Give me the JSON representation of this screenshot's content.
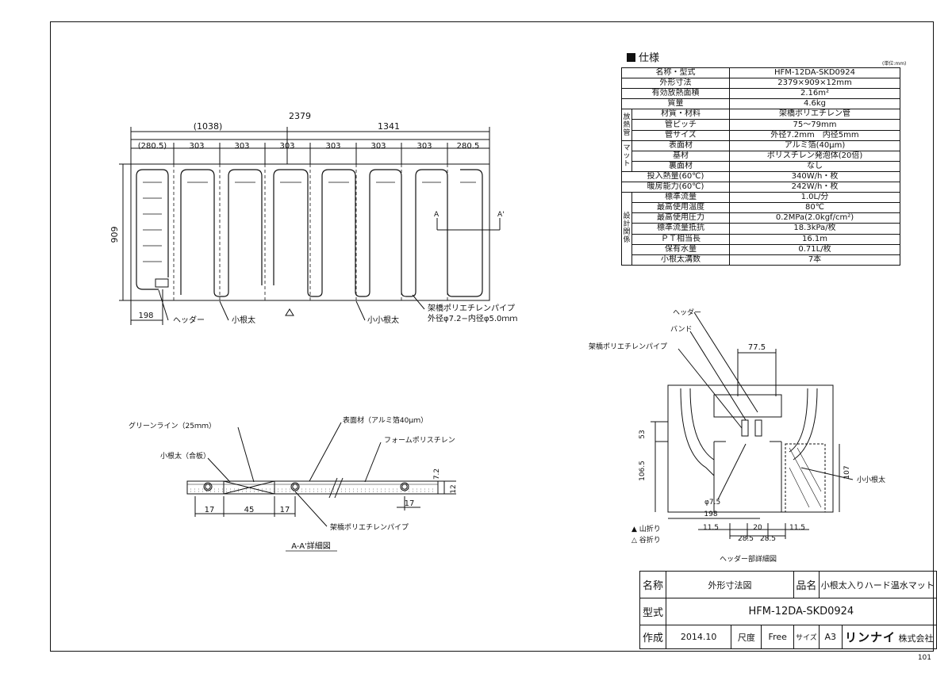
{
  "spec": {
    "heading": "仕様",
    "unit": "(単位:mm)",
    "rows": [
      {
        "group": "",
        "label": "名称・型式",
        "value": "HFM-12DA-SKD0924"
      },
      {
        "group": "",
        "label": "外形寸法",
        "value": "2379×909×12mm"
      },
      {
        "group": "",
        "label": "有効放熱面積",
        "value": "2.16m²"
      },
      {
        "group": "",
        "label": "質量",
        "value": "4.6kg"
      },
      {
        "group": "放熱管",
        "label": "材質・材料",
        "value": "架橋ポリエチレン管"
      },
      {
        "group": "",
        "label": "管ピッチ",
        "value": "75～79mm"
      },
      {
        "group": "",
        "label": "管サイズ",
        "value": "外径7.2mm　内径5mm"
      },
      {
        "group": "マット",
        "label": "表面材",
        "value": "アルミ箔(40μm)"
      },
      {
        "group": "",
        "label": "基材",
        "value": "ポリスチレン発泡体(20倍)"
      },
      {
        "group": "",
        "label": "裏面材",
        "value": "なし"
      },
      {
        "group": "",
        "label": "投入熱量(60℃)",
        "value": "340W/h・枚"
      },
      {
        "group": "",
        "label": "暖房能力(60℃)",
        "value": "242W/h・枚"
      },
      {
        "group": "設計関係",
        "label": "標準流量",
        "value": "1.0L/分"
      },
      {
        "group": "",
        "label": "最高使用温度",
        "value": "80℃"
      },
      {
        "group": "",
        "label": "最高使用圧力",
        "value": "0.2MPa(2.0kgf/cm²)"
      },
      {
        "group": "",
        "label": "標準流量抵抗",
        "value": "18.3kPa/枚"
      },
      {
        "group": "",
        "label": "ＰＴ相当長",
        "value": "16.1m"
      },
      {
        "group": "",
        "label": "保有水量",
        "value": "0.71L/枚"
      },
      {
        "group": "",
        "label": "小根太溝数",
        "value": "7本"
      }
    ]
  },
  "plan": {
    "dim_total": "2379",
    "dim_left_group": "(1038)",
    "dim_right_group": "1341",
    "dim_segments": [
      "(280.5)",
      "303",
      "303",
      "303",
      "303",
      "303",
      "303",
      "280.5"
    ],
    "dim_height": "909",
    "dim_header_offset": "198",
    "label_header": "ヘッダー",
    "label_small_joist": "小根太",
    "label_mini_joist": "小小根太",
    "label_pipe": "架橋ポリエチレンパイプ",
    "label_pipe_size": "外径φ7.2−内径φ5.0ｍｍ",
    "section_a": "A",
    "section_a2": "A'"
  },
  "section": {
    "label_green_line": "グリーンライン（25ｍｍ）",
    "label_small_joist_plywood": "小根太（合板）",
    "label_surface": "表面材（アルミ箔40μｍ）",
    "label_foam": "フォームポリスチレン",
    "label_pipe": "架橋ポリエチレンパイプ",
    "dim_17a": "17",
    "dim_45": "45",
    "dim_17b": "17",
    "dim_17c": "17",
    "dim_72": "7.2",
    "dim_12": "12",
    "caption": "A-A'詳細図"
  },
  "header_detail": {
    "label_header": "ヘッダー",
    "label_band": "バンド",
    "label_pipe": "架橋ポリエチレンパイプ",
    "label_mini_joist": "小小根太",
    "dim_775": "77.5",
    "dim_53": "53",
    "dim_1065": "106.5",
    "dim_107": "107",
    "dim_phi75": "φ7.5",
    "dim_198": "198",
    "dim_115a": "11.5",
    "dim_20": "20",
    "dim_115b": "11.5",
    "dim_285a": "28.5",
    "dim_285b": "28.5",
    "legend_mountain": "▲ 山折り",
    "legend_valley": "△ 谷折り",
    "caption": "ヘッダー部詳細図"
  },
  "title_block": {
    "name_label": "名称",
    "name_value": "外形寸法図",
    "product_label": "品名",
    "product_value": "小根太入りハード温水マット",
    "model_label": "型式",
    "model_value": "HFM-12DA-SKD0924",
    "made_label": "作成",
    "made_value": "2014.10",
    "scale_label": "尺度",
    "scale_value": "Free",
    "size_label": "サイズ",
    "size_value": "A3",
    "company_logo": "リンナイ",
    "company_suffix": "株式会社"
  },
  "page_number": "101"
}
